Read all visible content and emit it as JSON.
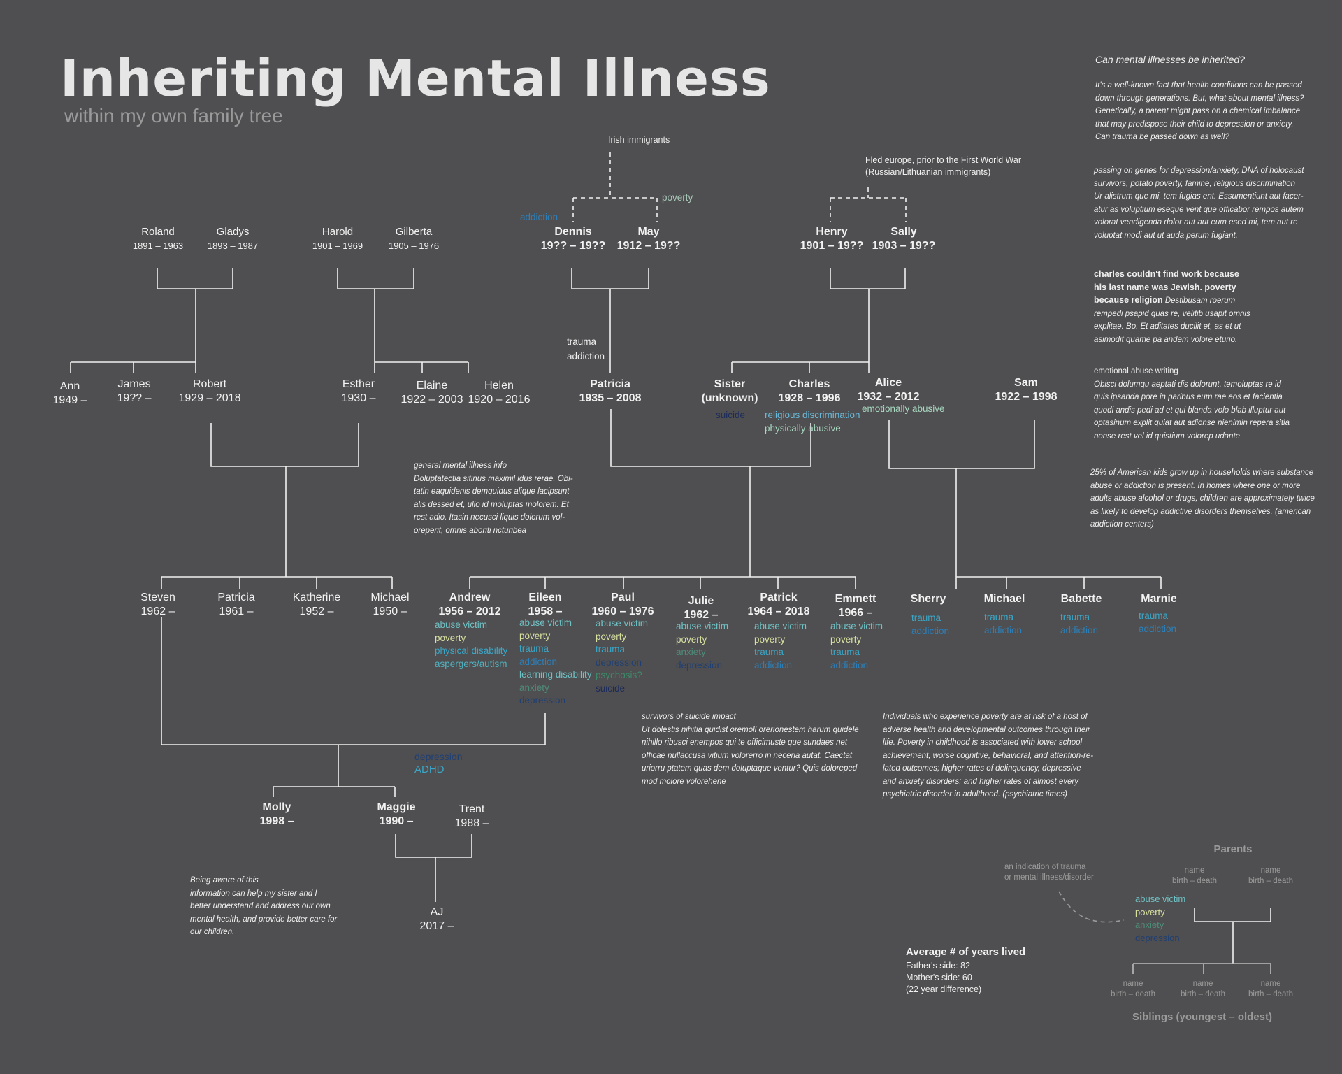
{
  "title": "Inheriting Mental Illness",
  "subtitle": "within my own family tree",
  "people": {
    "roland": {
      "name": "Roland",
      "dates": "1891 – 1963"
    },
    "gladys": {
      "name": "Gladys",
      "dates": "1893 – 1987"
    },
    "harold": {
      "name": "Harold",
      "dates": "1901 – 1969"
    },
    "gilberta": {
      "name": "Gilberta",
      "dates": "1905 – 1976"
    },
    "dennis": {
      "name": "Dennis",
      "dates": "19?? – 19??"
    },
    "may": {
      "name": "May",
      "dates": "1912 – 19??"
    },
    "henry": {
      "name": "Henry",
      "dates": "1901 – 19??"
    },
    "sally": {
      "name": "Sally",
      "dates": "1903 – 19??"
    },
    "ann": {
      "name": "Ann",
      "dates": "1949 –"
    },
    "james": {
      "name": "James",
      "dates": "19?? –"
    },
    "robert": {
      "name": "Robert",
      "dates": "1929 – 2018"
    },
    "esther": {
      "name": "Esther",
      "dates": "1930 –"
    },
    "elaine": {
      "name": "Elaine",
      "dates": "1922 – 2003"
    },
    "helen": {
      "name": "Helen",
      "dates": "1920 – 2016"
    },
    "patricia_g": {
      "name": "Patricia",
      "dates": "1935 – 2008"
    },
    "sister": {
      "name": "Sister",
      "dates": "(unknown)"
    },
    "charles": {
      "name": "Charles",
      "dates": "1928 – 1996"
    },
    "alice": {
      "name": "Alice",
      "dates": "1932 – 2012"
    },
    "sam": {
      "name": "Sam",
      "dates": "1922 – 1998"
    },
    "steven": {
      "name": "Steven",
      "dates": "1962 –"
    },
    "patricia_p": {
      "name": "Patricia",
      "dates": "1961 –"
    },
    "katherine": {
      "name": "Katherine",
      "dates": "1952 –"
    },
    "michael_p": {
      "name": "Michael",
      "dates": "1950 –"
    },
    "andrew": {
      "name": "Andrew",
      "dates": "1956 – 2012"
    },
    "eileen": {
      "name": "Eileen",
      "dates": "1958 –"
    },
    "paul": {
      "name": "Paul",
      "dates": "1960 – 1976"
    },
    "julie": {
      "name": "Julie",
      "dates": "1962 –"
    },
    "patrick": {
      "name": "Patrick",
      "dates": "1964 – 2018"
    },
    "emmett": {
      "name": "Emmett",
      "dates": "1966 –"
    },
    "sherry": {
      "name": "Sherry"
    },
    "michael_s": {
      "name": "Michael"
    },
    "babette": {
      "name": "Babette"
    },
    "marnie": {
      "name": "Marnie"
    },
    "molly": {
      "name": "Molly",
      "dates": "1998 –"
    },
    "maggie": {
      "name": "Maggie",
      "dates": "1990 –"
    },
    "trent": {
      "name": "Trent",
      "dates": "1988 –"
    },
    "aj": {
      "name": "AJ",
      "dates": "2017 –"
    }
  },
  "traits": {
    "dennis": [
      "addiction"
    ],
    "may": [
      "poverty"
    ],
    "patricia_g": [
      "trauma",
      "addiction"
    ],
    "sister": [
      "suicide"
    ],
    "charles": [
      "religious discrimination",
      "physically abusive"
    ],
    "alice": [
      "emotionally abusive"
    ],
    "andrew": [
      "abuse victim",
      "poverty",
      "physical disability",
      "aspergers/autism"
    ],
    "eileen": [
      "abuse victim",
      "poverty",
      "trauma",
      "addiction",
      "learning disability",
      "anxiety",
      "depression"
    ],
    "paul": [
      "abuse victim",
      "poverty",
      "trauma",
      "depression",
      "psychosis?",
      "suicide"
    ],
    "julie": [
      "abuse victim",
      "poverty",
      "anxiety",
      "depression"
    ],
    "patrick": [
      "abuse victim",
      "poverty",
      "trauma",
      "addiction"
    ],
    "emmett": [
      "abuse victim",
      "poverty",
      "trauma",
      "addiction"
    ],
    "sherry": [
      "trauma",
      "addiction"
    ],
    "michael_s": [
      "trauma",
      "addiction"
    ],
    "babette": [
      "trauma",
      "addiction"
    ],
    "marnie": [
      "trauma",
      "addiction"
    ],
    "maggie": [
      "depression",
      "ADHD"
    ]
  },
  "origins": {
    "irish": "Irish immigrants",
    "europe_1": "Fled europe, prior to the First World War",
    "europe_2": "(Russian/Lithuanian immigrants)"
  },
  "sidebar": {
    "q_title": "Can mental illnesses be inherited?",
    "p1": [
      "It's a well-known fact that health conditions can be passed",
      "down through generations. But, what about mental illness?",
      "Genetically, a parent might pass on a chemical imbalance",
      "that may predispose their child to depression or anxiety.",
      "Can trauma be passed down as well?"
    ],
    "p2": [
      "passing on genes for depression/anxiety, DNA of holocaust",
      "survivors, potato poverty, famine, religious discrimination",
      "Ur alistrum que mi, tem fugias ent. Essumentiunt aut facer-",
      "atur as voluptium eseque vent que officabor rempos autem",
      "volorat vendigenda dolor aut aut eum esed mi, tem aut re",
      "voluptat modi aut ut auda perum fugiant."
    ],
    "p3_bold": [
      "charles couldn't find work because",
      "his last name was Jewish. poverty",
      "because religion"
    ],
    "p3_rest_first": "Destibusam roerum",
    "p3_rest": [
      "rempedi psapid quas re, velitib usapit omnis",
      "explitae. Bo. Et aditates ducilit et, as et ut",
      "asimodit quame pa andem volore eturio."
    ],
    "p4_head": "emotional abuse writing",
    "p4": [
      "Obisci dolumqu aeptati dis dolorunt, temoluptas re id",
      "quis ipsanda pore in paribus eum rae eos et facientia",
      "quodi andis pedi ad et qui blanda volo blab illuptur aut",
      "optasinum explit quiat aut adionse nienimin repera sitia",
      "nonse rest vel id quistium volorep udante"
    ],
    "p5": [
      "25% of American kids grow up in households where substance",
      "abuse or addiction is present. In homes where one or more",
      "adults abuse alcohol or drugs, children are approximately twice",
      "as likely to develop addictive disorders themselves. (american",
      "addiction centers)"
    ]
  },
  "notes": {
    "general": [
      "general mental illness info",
      "Doluptatectia sitinus maximil idus rerae. Obi-",
      "tatin eaquidenis demquidus alique lacipsunt",
      "alis dessed et, ullo id moluptas molorem. Et",
      "rest adio. Itasin necusci liquis dolorum vol-",
      "oreperit, omnis aboriti ncturibea"
    ],
    "suicide": [
      "survivors of suicide impact",
      "Ut dolestis nihitia quidist oremoll orerionestem harum quidele",
      "nihillo ribusci enempos qui te officimuste que sundaes net",
      "officae nullaccusa vitium volorerro in neceria autat. Caectat",
      "uriorru ptatem quas dem doluptaque ventur? Quis doloreped",
      "mod molore volorehene"
    ],
    "poverty": [
      "Individuals who experience poverty are at risk of a host of",
      "adverse health and developmental outcomes through their",
      "life. Poverty in childhood is associated with lower school",
      "achievement; worse cognitive, behavioral, and attention-re-",
      "lated outcomes; higher rates of delinquency, depressive",
      "and anxiety disorders; and higher rates of almost every",
      "psychiatric disorder in adulthood. (psychiatric times)"
    ],
    "aware": [
      "Being aware of this",
      "information can help my sister and I",
      "better understand and address our own",
      "mental health, and provide better care for",
      "our children."
    ]
  },
  "average": {
    "title": "Average # of years lived",
    "father": "Father's side: 82",
    "mother": "Mother's side: 60",
    "diff": "(22 year difference)"
  },
  "legend": {
    "parents": "Parents",
    "siblings": "Siblings (youngest – oldest)",
    "indication_1": "an indication of trauma",
    "indication_2": "or mental illness/disorder",
    "name": "name",
    "birth_death": "birth – death",
    "sample_traits": [
      "abuse victim",
      "poverty",
      "anxiety",
      "depression"
    ]
  },
  "colors": {
    "background": "#4f4f51",
    "abuse_victim": "#6fc1c4",
    "poverty": "#d8e0a0",
    "anxiety": "#4f8c78",
    "depression": "#1f3f73",
    "trauma": "#3aa7c8",
    "addiction": "#2c7fb8"
  }
}
